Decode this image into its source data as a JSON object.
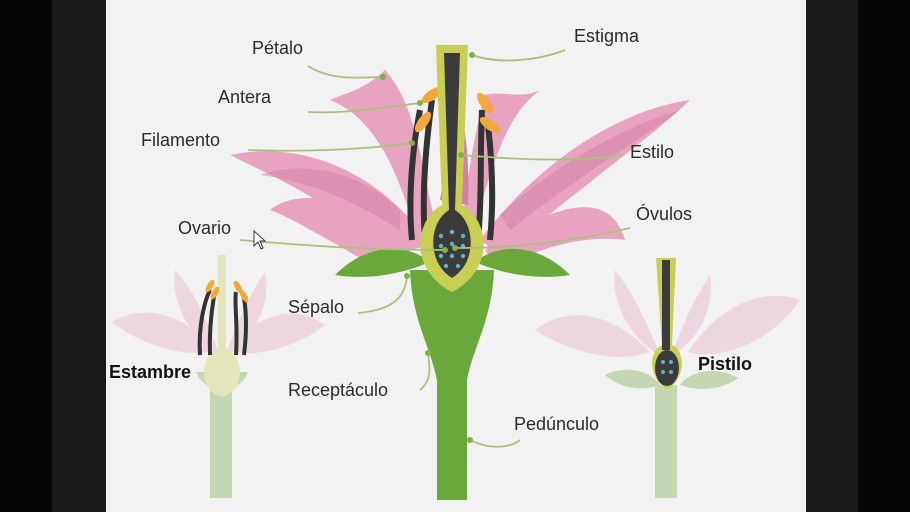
{
  "labels": {
    "petalo": "Pétalo",
    "antera": "Antera",
    "filamento": "Filamento",
    "ovario": "Ovario",
    "sepalo": "Sépalo",
    "receptaculo": "Receptáculo",
    "estigma": "Estigma",
    "estilo": "Estilo",
    "ovulos": "Óvulos",
    "peduncolo": "Pedúnculo",
    "estambre": "Estambre",
    "pistilo": "Pistilo"
  },
  "colors": {
    "petal": "#e7a3c0",
    "petal_dark": "#d27fa5",
    "stem": "#6aa83c",
    "pistil_yellow": "#c8cf54",
    "pistil_dark": "#3b3b3b",
    "anther": "#f2a93b",
    "leader_line": "#a8c27a"
  }
}
